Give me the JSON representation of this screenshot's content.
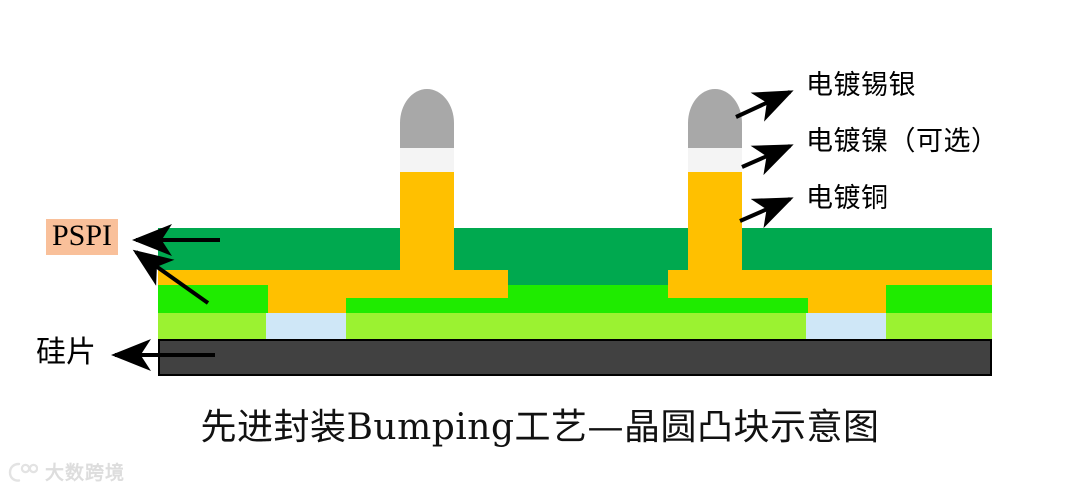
{
  "figure": {
    "caption": "先进封装Bumping工艺—晶圆凸块示意图",
    "background_color": "#ffffff"
  },
  "labels": {
    "right": [
      {
        "id": "tin-silver",
        "text": "电镀锡银",
        "points_to": "solder-cap"
      },
      {
        "id": "nickel",
        "text": "电镀镍（可选）",
        "points_to": "nickel-barrier"
      },
      {
        "id": "copper",
        "text": "电镀铜",
        "points_to": "copper-pillar"
      }
    ],
    "left": [
      {
        "id": "pspi",
        "text": "PSPI",
        "highlight_color": "#f9c09a",
        "points_to": "pspi-layers"
      },
      {
        "id": "wafer",
        "text": "硅片",
        "points_to": "silicon-substrate"
      }
    ]
  },
  "stack": {
    "layers": [
      {
        "id": "pspi2",
        "name": "PSPI dielectric (upper)",
        "color": "#00a94f"
      },
      {
        "id": "copper-rdl",
        "name": "Electroplated copper RDL",
        "color": "#ffc000"
      },
      {
        "id": "pspi1",
        "name": "PSPI dielectric (lower)",
        "color": "#1feb00"
      },
      {
        "id": "passivation",
        "name": "Passivation",
        "color": "#9bf231"
      },
      {
        "id": "pad",
        "name": "Aluminum pad",
        "color": "#cfe7f7"
      },
      {
        "id": "silicon",
        "name": "Silicon substrate",
        "color": "#414141"
      }
    ]
  },
  "bumps": [
    {
      "id": "bump-left",
      "solder_color": "#a8a8a8",
      "nickel_color": "#f4f4f4",
      "copper_color": "#ffc000"
    },
    {
      "id": "bump-right",
      "solder_color": "#a8a8a8",
      "nickel_color": "#f4f4f4",
      "copper_color": "#ffc000"
    }
  ],
  "watermark": {
    "text": "大数跨境",
    "logo": "circle-logo-icon"
  }
}
